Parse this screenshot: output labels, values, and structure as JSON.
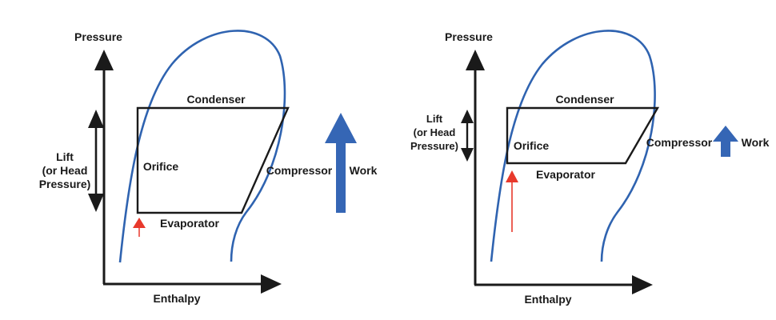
{
  "colors": {
    "axis": "#1a1a1a",
    "dome_curve": "#2f63b0",
    "cycle_box": "#1a1a1a",
    "work_arrow": "#3566b5",
    "evaporator_arrow": "#e8392c"
  },
  "panels": [
    {
      "y_axis_label": "Pressure",
      "x_axis_label": "Enthalpy",
      "condenser_label": "Condenser",
      "evaporator_label": "Evaporator",
      "orifice_label": "Orifice",
      "compressor_label": "Compressor",
      "work_label": "Work",
      "lift_label_lines": [
        "Lift",
        "(or Head",
        "Pressure)"
      ],
      "lift": "large",
      "work": "large"
    },
    {
      "y_axis_label": "Pressure",
      "x_axis_label": "Enthalpy",
      "condenser_label": "Condenser",
      "evaporator_label": "Evaporator",
      "orifice_label": "Orifice",
      "compressor_label": "Compressor",
      "work_label": "Work",
      "lift_label_lines": [
        "Lift",
        "(or Head",
        "Pressure)"
      ],
      "lift": "small",
      "work": "small"
    }
  ]
}
